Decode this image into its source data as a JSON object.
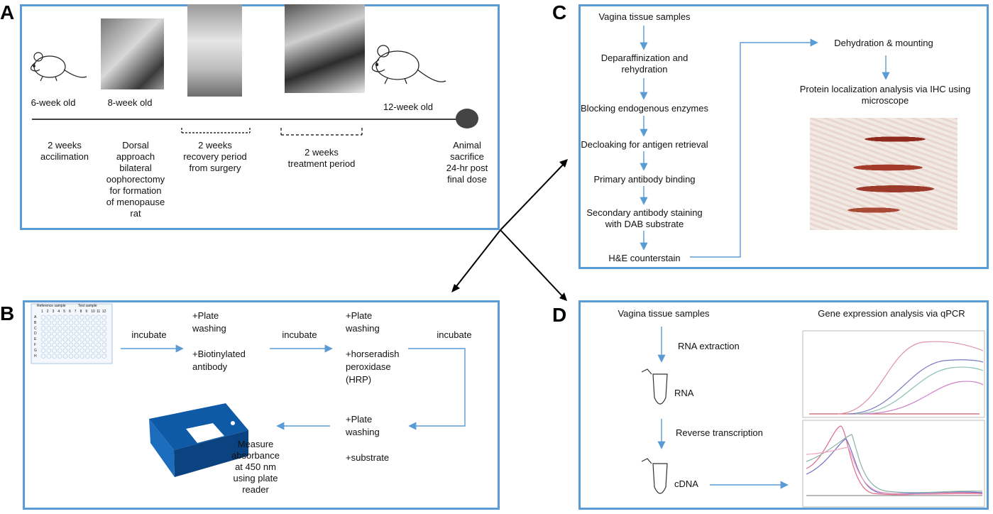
{
  "labels": {
    "a": "A",
    "b": "B",
    "c": "C",
    "d": "D"
  },
  "panel_a": {
    "age_6": "6-week old",
    "age_8": "8-week old",
    "age_12": "12-week old",
    "timeline": [
      "2 weeks\naccilimation",
      "Dorsal\napproach\nbilateral\noophorectomy\nfor formation\nof menopause\nrat",
      "2 weeks\nrecovery period\nfrom surgery",
      "2 weeks\ntreatment period",
      "Animal\nsacrifice\n24-hr post\nfinal dose"
    ]
  },
  "panel_b": {
    "plate_header": [
      "Reference sample",
      "Test sample"
    ],
    "plate_cols": [
      "1",
      "2",
      "3",
      "4",
      "5",
      "6",
      "7",
      "8",
      "9",
      "10",
      "11",
      "12"
    ],
    "plate_rows": [
      "A",
      "B",
      "C",
      "D",
      "E",
      "F",
      "G",
      "H"
    ],
    "incubate": "incubate",
    "step1": "+Plate\nwashing\n\n+Biotinylated\nantibody",
    "step2": "+Plate\nwashing\n\n+horseradish\nperoxidase\n(HRP)",
    "step3": "+Plate\nwashing\n\n+substrate",
    "measure": "Measure\nabsorbance\nat 450 nm\nusing plate\nreader"
  },
  "panel_c": {
    "steps": [
      "Vagina tissue samples",
      "Deparaffinization and\nrehydration",
      "Blocking endogenous enzymes",
      "Decloaking for antigen retrieval",
      "Primary antibody binding",
      "Secondary antibody staining\nwith DAB substrate",
      "H&E counterstain"
    ],
    "dehydration": "Dehydration & mounting",
    "analysis": "Protein localization analysis via IHC using\nmicroscope"
  },
  "panel_d": {
    "samples": "Vagina tissue samples",
    "rna_extraction": "RNA extraction",
    "rna": "RNA",
    "reverse_transcription": "Reverse transcription",
    "cdna": "cDNA",
    "analysis": "Gene expression analysis via qPCR"
  },
  "colors": {
    "panel_border": "#5b9bd5",
    "arrow": "#5b9bd5",
    "ink": "#000000",
    "stain": "#9b3a2a"
  },
  "icons": [
    "rat-icon",
    "plate-reader-icon",
    "tube-icon",
    "microscopy-image",
    "amplification-plot",
    "melt-curve-plot"
  ]
}
